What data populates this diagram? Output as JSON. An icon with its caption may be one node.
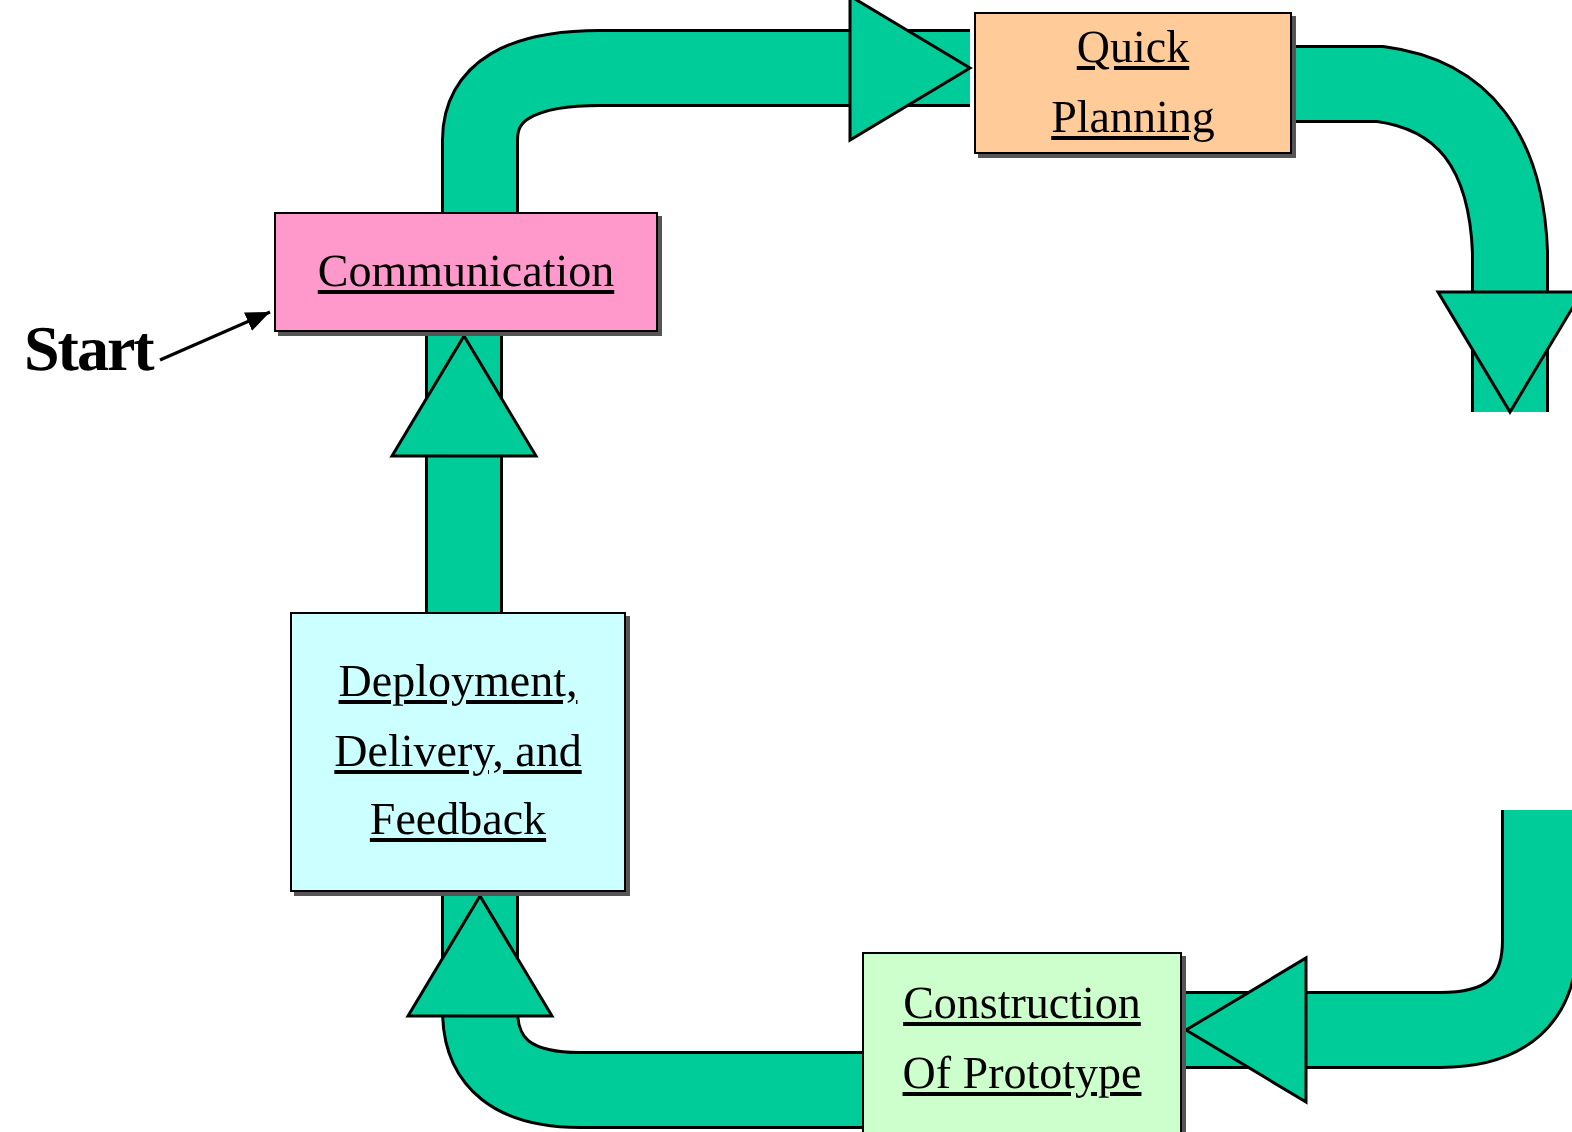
{
  "diagram": {
    "nodes": [
      {
        "text": [
          "Quick Planning"
        ]
      },
      {
        "text": [
          "Communication"
        ]
      },
      {
        "text": [
          "Start"
        ]
      },
      {
        "text": [
          "Deployment, Delivery, and Feedback"
        ]
      },
      {
        "text": [
          "Construction Of Prototype"
        ]
      }
    ],
    "edges": [
      {
        "from": 2,
        "to": 1,
        "arrow": "to",
        "color": "#000000"
      },
      {
        "from": 1,
        "to": 0,
        "arrow": "to"
      },
      {
        "from": 0,
        "to": null,
        "arrow": "to"
      },
      {
        "from": null,
        "to": 4,
        "arrow": "to"
      },
      {
        "from": 4,
        "to": 3,
        "arrow": "to"
      },
      {
        "from": 3,
        "to": 1,
        "arrow": "to"
      }
    ]
  }
}
